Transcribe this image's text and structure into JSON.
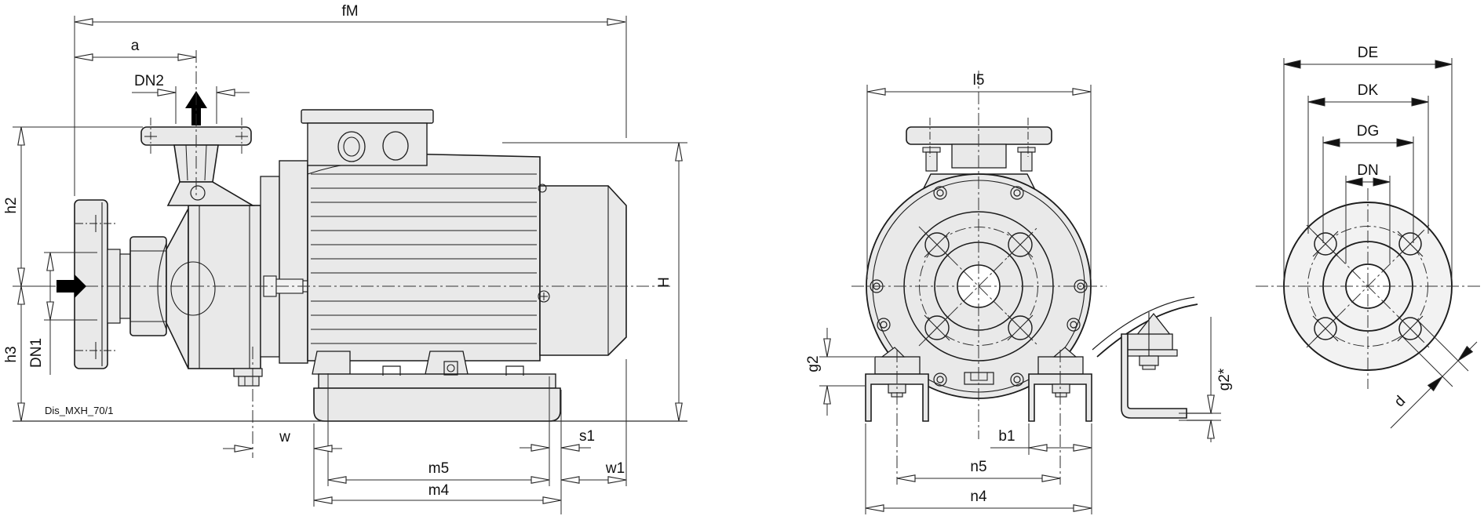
{
  "drawing": {
    "type": "pump-dimensional-drawing",
    "code_label": "Dis_MXH_70/1",
    "colors": {
      "line": "#1c1c1c",
      "dimension_line": "#2b2b2b",
      "body_fill": "#e9e9e9",
      "light_fill": "#f2f2f2",
      "background": "#ffffff",
      "flow_arrow": "#000000"
    },
    "views": {
      "side_view": {
        "dimensions": {
          "fM": "fM",
          "a": "a",
          "DN2": "DN2",
          "h2": "h2",
          "DN1": "DN1",
          "h3": "h3",
          "H": "H",
          "w": "w",
          "m5": "m5",
          "m4": "m4",
          "s1": "s1",
          "w1": "w1"
        },
        "flow_arrows": [
          "suction-in-right",
          "discharge-out-up"
        ]
      },
      "front_view": {
        "dimensions": {
          "l5": "l5",
          "g2": "g2",
          "b1": "b1",
          "n5": "n5",
          "n4": "n4"
        }
      },
      "foot_clamp_detail": {
        "dimensions": {
          "g2_star": "g2*"
        }
      },
      "flange_view": {
        "dimensions": {
          "DE": "DE",
          "DK": "DK",
          "DG": "DG",
          "DN": "DN",
          "d": "d"
        }
      }
    }
  }
}
